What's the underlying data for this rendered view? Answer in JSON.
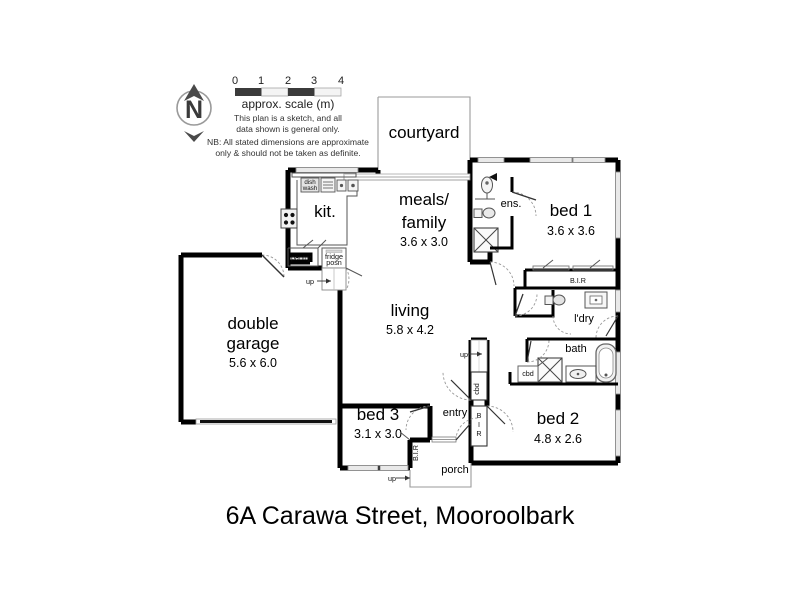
{
  "document": {
    "title": "6A Carawa Street, Mooroolbark",
    "type": "floor-plan-sketch"
  },
  "compass": {
    "label": "N",
    "direction": "north-up"
  },
  "scale_bar": {
    "caption": "approx. scale (m)",
    "ticks": [
      "0",
      "1",
      "2",
      "3",
      "4"
    ],
    "unit": "m",
    "segments": 4
  },
  "notes": {
    "line1": "This plan is a sketch, and all",
    "line2": "data shown is general only.",
    "line3": "NB: All stated dimensions are approximate",
    "line4": "only & should not be taken as definite."
  },
  "rooms": [
    {
      "id": "courtyard",
      "name": "courtyard",
      "dimensions": ""
    },
    {
      "id": "kitchen",
      "name": "kit.",
      "dimensions": ""
    },
    {
      "id": "meals-family",
      "name": "meals/\nfamily",
      "name_line1": "meals/",
      "name_line2": "family",
      "dimensions": "3.6 x 3.0"
    },
    {
      "id": "ensuite",
      "name": "ens.",
      "dimensions": ""
    },
    {
      "id": "bed-1",
      "name": "bed 1",
      "dimensions": "3.6 x 3.6"
    },
    {
      "id": "laundry",
      "name": "l'dry",
      "dimensions": ""
    },
    {
      "id": "bathroom",
      "name": "bath",
      "dimensions": ""
    },
    {
      "id": "living",
      "name": "living",
      "dimensions": "5.8 x 4.2"
    },
    {
      "id": "double-garage",
      "name": "double\ngarage",
      "name_line1": "double",
      "name_line2": "garage",
      "dimensions": "5.6 x 6.0"
    },
    {
      "id": "bed-3",
      "name": "bed 3",
      "dimensions": "3.1 x 3.0"
    },
    {
      "id": "bed-2",
      "name": "bed 2",
      "dimensions": "4.8 x 2.6"
    },
    {
      "id": "entry",
      "name": "entry",
      "dimensions": ""
    },
    {
      "id": "porch",
      "name": "porch",
      "dimensions": ""
    }
  ],
  "room_labels": {
    "courtyard": "courtyard",
    "kitchen": "kit.",
    "meals_line1": "meals/",
    "meals_line2": "family",
    "meals_dim": "3.6 x 3.0",
    "ensuite": "ens.",
    "bed1": "bed 1",
    "bed1_dim": "3.6 x 3.6",
    "laundry": "l'dry",
    "bath": "bath",
    "living": "living",
    "living_dim": "5.8 x 4.2",
    "garage_line1": "double",
    "garage_line2": "garage",
    "garage_dim": "5.6 x 6.0",
    "bed3": "bed 3",
    "bed3_dim": "3.1 x 3.0",
    "bed2": "bed 2",
    "bed2_dim": "4.8 x 2.6",
    "entry": "entry",
    "porch": "porch"
  },
  "fixtures": {
    "dishwasher_line1": "dish",
    "dishwasher_line2": "wash",
    "pantry": "pantry",
    "fridge_line1": "fridge",
    "fridge_line2": "posn",
    "bir_bed1": "B.I.R",
    "bir_bed3": "B.I.R",
    "bir_hall_l1": "B",
    "bir_hall_l2": "I",
    "bir_hall_l3": "R",
    "cupboard_hall": "cbd",
    "cupboard_bath": "cbd",
    "stairs_kitchen": "up",
    "stairs_hall": "up",
    "stairs_porch": "up"
  },
  "colors": {
    "wall": "#000000",
    "fixture_outline": "#555555",
    "window": "#e9e9e9",
    "door_swing": "#999999",
    "courtyard_outline": "#9a9a9a",
    "text": "#000000",
    "note_text": "#333333",
    "compass": "#3a3a3a",
    "scale_dark": "#3b3b3b",
    "scale_light": "#f2f2f2",
    "background": "#ffffff"
  }
}
